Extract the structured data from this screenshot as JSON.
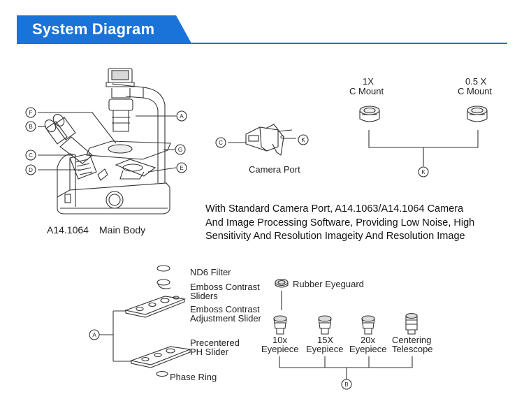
{
  "header": {
    "title": "System Diagram",
    "accent_color": "#1a73d9"
  },
  "main_body": {
    "model": "A14.1064",
    "label": "Main Body",
    "callouts": [
      "A",
      "B",
      "C",
      "D",
      "E",
      "F",
      "G"
    ]
  },
  "camera_port": {
    "label": "Camera Port",
    "callouts": [
      "C",
      "K"
    ]
  },
  "c_mounts": {
    "mount1": {
      "line1": "1X",
      "line2": "C Mount"
    },
    "mount2": {
      "line1": "0.5 X",
      "line2": "C Mount"
    },
    "callout": "K"
  },
  "description": {
    "line1": "With Standard Camera Port, A14.1063/A14.1064 Camera",
    "line2": "And Image Processing Software, Providing Low Noise, High",
    "line3": "Sensitivity And Resolution Imageity And Resolution Image"
  },
  "sliders": {
    "callout": "A",
    "nd6": "ND6 Filter",
    "emboss_sliders_1": "Emboss Contrast",
    "emboss_sliders_2": "Sliders",
    "emboss_adj_1": "Emboss Contrast",
    "emboss_adj_2": "Adjustment Slider",
    "ph_1": "Precentered",
    "ph_2": "PH Slider",
    "phase_ring": "Phase Ring"
  },
  "eyepieces": {
    "callout": "B",
    "rubber_eyeguard": "Rubber Eyeguard",
    "items": [
      {
        "line1": "10x",
        "line2": "Eyepiece"
      },
      {
        "line1": "15X",
        "line2": "Eyepiece"
      },
      {
        "line1": "20x",
        "line2": "Eyepiece"
      },
      {
        "line1": "Centering",
        "line2": "Telescope"
      }
    ]
  }
}
